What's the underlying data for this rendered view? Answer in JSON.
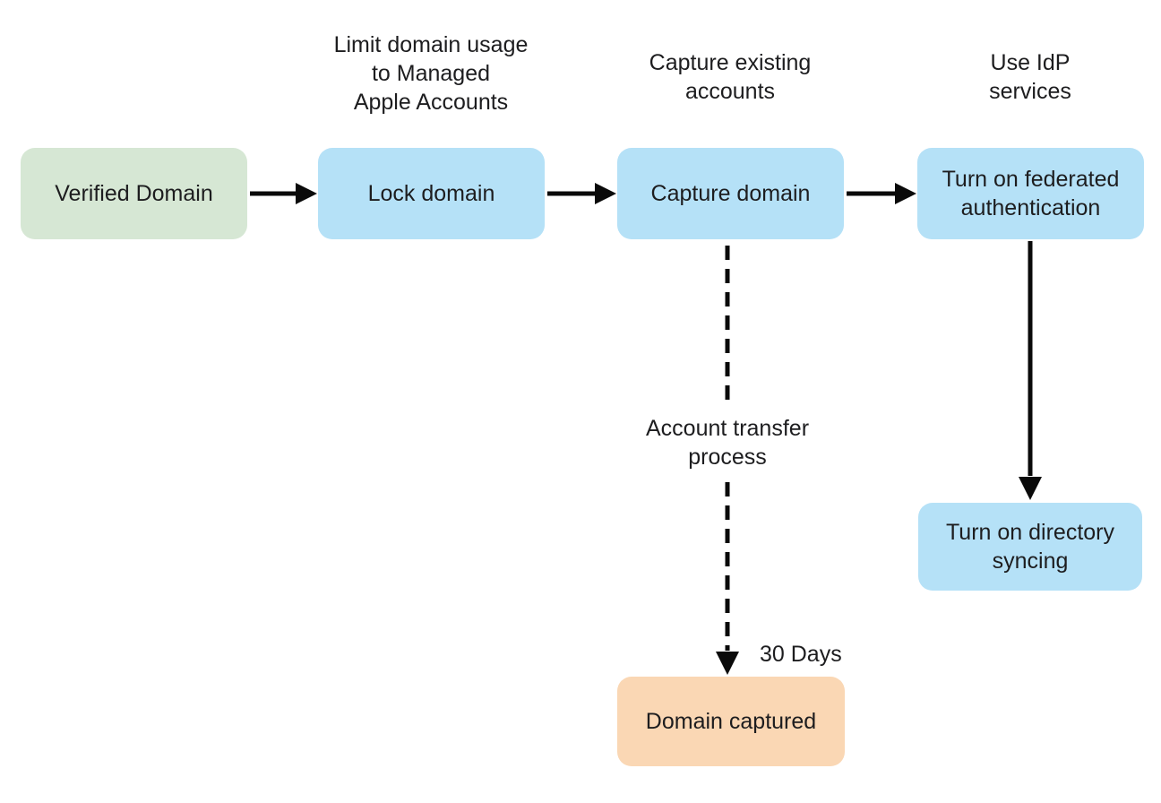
{
  "diagram": {
    "background": "#ffffff",
    "text_color": "#1d1d1f",
    "arrow_color": "#0a0a0a",
    "nodes": [
      {
        "id": "verified-domain",
        "label": "Verified Domain",
        "fill": "#d6e7d4"
      },
      {
        "id": "lock-domain",
        "label": "Lock domain",
        "fill": "#b5e1f7"
      },
      {
        "id": "capture-domain",
        "label": "Capture domain",
        "fill": "#b5e1f7"
      },
      {
        "id": "turn-on-federated-authentication",
        "label": "Turn on federated\nauthentication",
        "fill": "#b5e1f7"
      },
      {
        "id": "turn-on-directory-syncing",
        "label": "Turn on directory\nsyncing",
        "fill": "#b5e1f7"
      },
      {
        "id": "domain-captured",
        "label": "Domain captured",
        "fill": "#fad7b4"
      }
    ],
    "annotations": {
      "limit_domain_usage": "Limit domain usage\nto Managed\nApple Accounts",
      "capture_existing": "Capture existing\naccounts",
      "use_idp": "Use IdP\nservices",
      "account_transfer": "Account transfer\nprocess",
      "thirty_days": "30 Days"
    }
  }
}
